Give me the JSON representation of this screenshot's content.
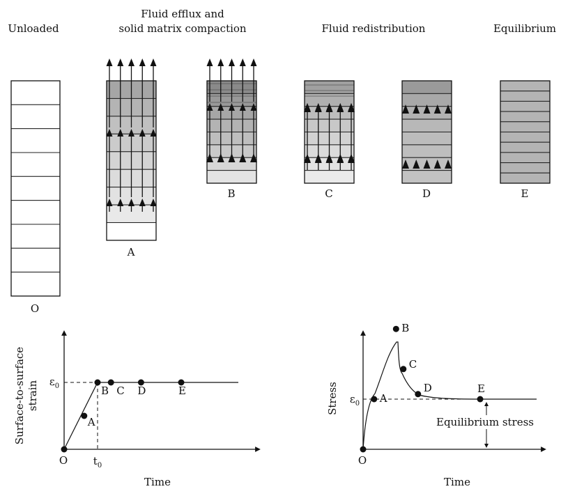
{
  "headers": {
    "unloaded": "Unloaded",
    "efflux_1": "Fluid efflux and",
    "efflux_2": "solid matrix compaction",
    "redistribution": "Fluid redistribution",
    "equilibrium": "Equilibrium"
  },
  "samples": [
    {
      "label": "O",
      "layer_fills": [
        "#ffffff",
        "#ffffff",
        "#ffffff",
        "#ffffff",
        "#ffffff",
        "#ffffff",
        "#ffffff",
        "#ffffff",
        "#ffffff"
      ]
    },
    {
      "label": "A",
      "layer_fills": [
        "#a6a6a6",
        "#b4b4b4",
        "#c0c0c0",
        "#cbcbcb",
        "#d4d4d4",
        "#dcdcdc",
        "#e2e2e2",
        "#e9e9e9",
        "#ffffff"
      ]
    },
    {
      "label": "B",
      "layer_fills": [
        "#8a8a8a",
        "#999999",
        "#a6a6a6",
        "#b3b3b3",
        "#bebebe",
        "#c9c9c9",
        "#d6d6d6",
        "#e3e3e3"
      ]
    },
    {
      "label": "C",
      "layer_fills": [
        "#a0a0a0",
        "#b0b0b0",
        "#bdbdbd",
        "#c8c8c8",
        "#d2d2d2",
        "#dbdbdb",
        "#e3e3e3",
        "#eaeaea"
      ]
    },
    {
      "label": "D",
      "layer_fills": [
        "#9a9a9a",
        "#a8a8a8",
        "#b2b2b2",
        "#b8b8b8",
        "#bcbcbc",
        "#bebebe",
        "#c0c0c0",
        "#c2c2c2"
      ]
    },
    {
      "label": "E",
      "layer_fills": [
        "#b4b4b4",
        "#b4b4b4",
        "#b4b4b4",
        "#b4b4b4",
        "#b4b4b4",
        "#b4b4b4",
        "#b4b4b4",
        "#b4b4b4",
        "#b4b4b4",
        "#b4b4b4"
      ]
    }
  ],
  "chart_data": [
    {
      "type": "line",
      "title": "",
      "ylabel_1": "Surface-to-surface",
      "ylabel_2": "strain",
      "xlabel": "Time",
      "origin_label": "O",
      "y_marker": "ε",
      "y_marker_sub": "0",
      "x_marker": "t",
      "x_marker_sub": "0",
      "points": [
        {
          "label": "A",
          "t": 0.6,
          "value": 0.5
        },
        {
          "label": "B",
          "t": 1.0,
          "value": 1.0
        },
        {
          "label": "C",
          "t": 1.4,
          "value": 1.0
        },
        {
          "label": "D",
          "t": 2.3,
          "value": 1.0
        },
        {
          "label": "E",
          "t": 3.5,
          "value": 1.0
        }
      ]
    },
    {
      "type": "line",
      "title": "",
      "ylabel": "Stress",
      "xlabel": "Time",
      "origin_label": "O",
      "y_marker": "ε",
      "y_marker_sub": "0",
      "annotation": "Equilibrium stress",
      "points": [
        {
          "label": "A",
          "t": 0.15,
          "value": 1.0
        },
        {
          "label": "B",
          "t": 0.45,
          "value": 2.4
        },
        {
          "label": "C",
          "t": 0.55,
          "value": 1.6
        },
        {
          "label": "D",
          "t": 0.75,
          "value": 1.1
        },
        {
          "label": "E",
          "t": 1.6,
          "value": 1.0
        }
      ]
    }
  ]
}
